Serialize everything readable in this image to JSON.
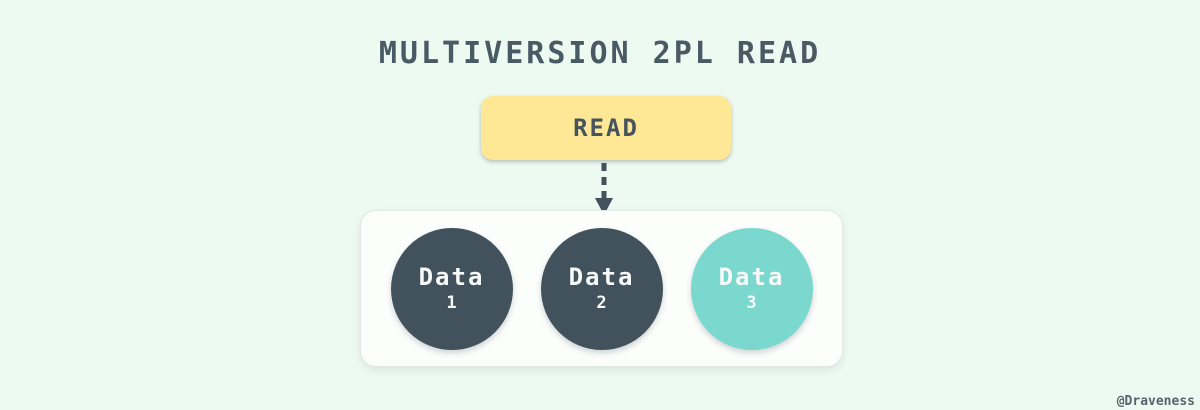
{
  "title": "MULTIVERSION 2PL READ",
  "read_box": {
    "label": "READ"
  },
  "container": {
    "circles": [
      {
        "label": "Data",
        "number": "1",
        "variant": "dark"
      },
      {
        "label": "Data",
        "number": "2",
        "variant": "dark"
      },
      {
        "label": "Data",
        "number": "3",
        "variant": "teal"
      }
    ]
  },
  "watermark": "@Draveness",
  "colors": {
    "background": "#edfaf1",
    "slate_text": "#4a5a65",
    "read_box_fill": "#ffe895",
    "dark_circle_fill": "#41525c",
    "teal_circle_fill": "#7bd8cf",
    "container_fill": "#fcfefc",
    "container_border": "#e2e8e3",
    "circle_text": "#f6f9f8",
    "arrow": "#41525c"
  }
}
